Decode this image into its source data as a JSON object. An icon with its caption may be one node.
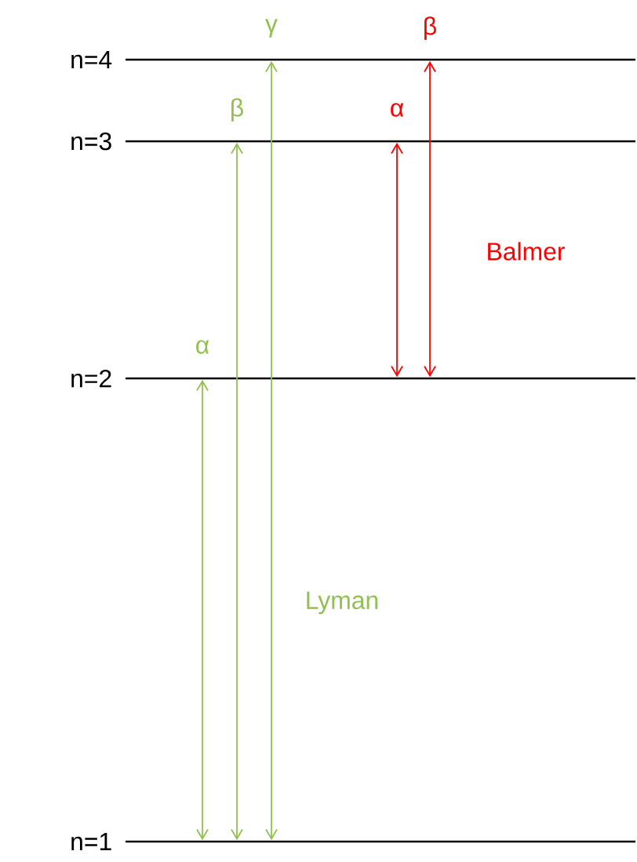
{
  "diagram": {
    "nodes": [
      {
        "text": [],
        "shape": "bar",
        "beside": [
          "n=4"
        ]
      },
      {
        "text": [],
        "shape": "bar",
        "beside": [
          "n=3"
        ]
      },
      {
        "text": [],
        "shape": "bar",
        "beside": [
          "n=2"
        ]
      },
      {
        "text": [],
        "shape": "bar",
        "beside": [
          "n=1"
        ]
      }
    ],
    "edges": [
      {
        "from": 3,
        "to": 2,
        "arrow": "both",
        "label": "α"
      },
      {
        "from": 3,
        "to": 1,
        "arrow": "both",
        "label": "β"
      },
      {
        "from": 3,
        "to": 0,
        "arrow": "both",
        "label": "γ"
      },
      {
        "from": 2,
        "to": 1,
        "arrow": "both",
        "label": "α",
        "color": "#ff0000"
      },
      {
        "from": 2,
        "to": 0,
        "arrow": "both",
        "label": "β",
        "color": "#ff0000"
      }
    ],
    "labels": [
      "Balmer",
      "Lyman"
    ]
  }
}
